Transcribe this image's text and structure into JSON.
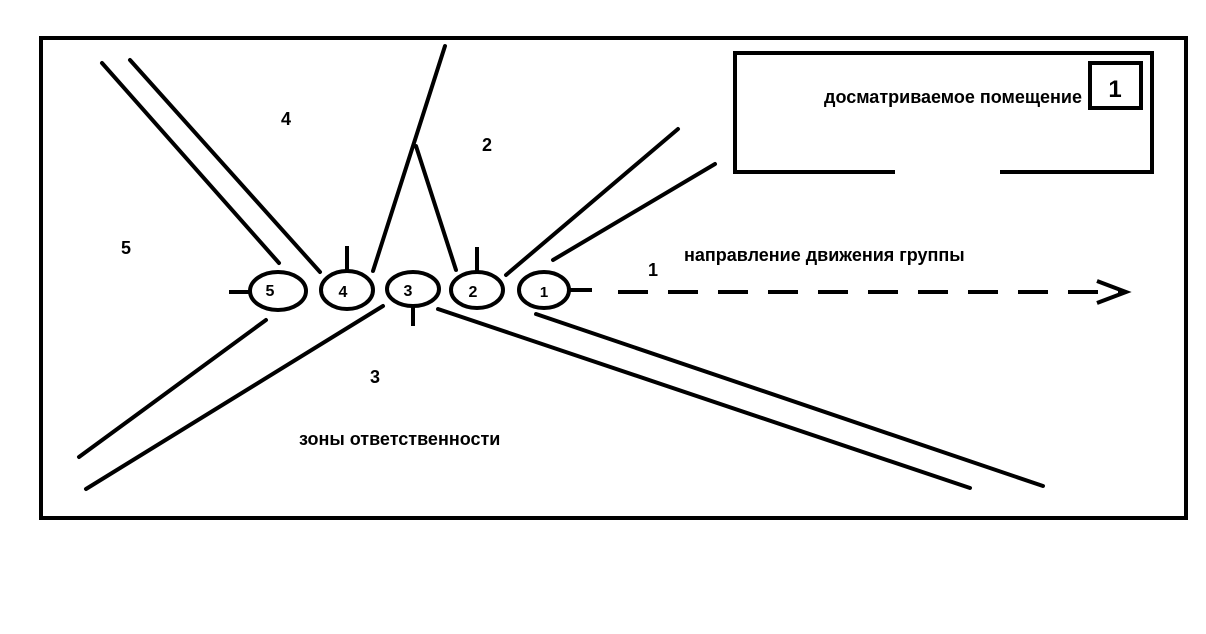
{
  "room": {
    "label": "досматриваемое помещение",
    "number": "1"
  },
  "direction_label": "направление движения группы",
  "zones_caption": "зоны ответственности",
  "zone_numbers": [
    "1",
    "2",
    "3",
    "4",
    "5"
  ],
  "members": [
    "1",
    "2",
    "3",
    "4",
    "5"
  ],
  "colors": {
    "stroke": "#000000",
    "background": "#ffffff"
  }
}
